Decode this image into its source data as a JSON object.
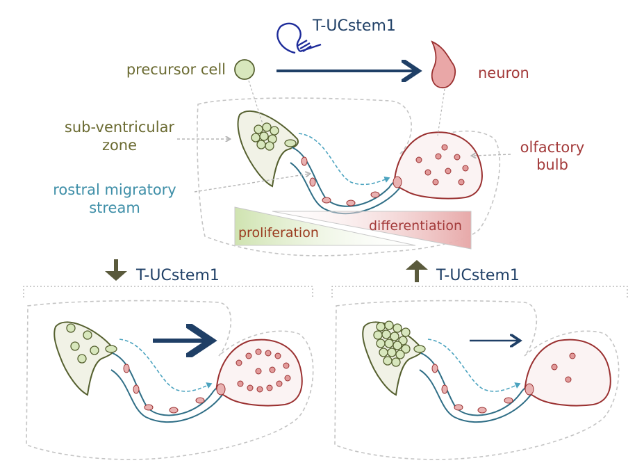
{
  "labels": {
    "tucstem_top": "T-UCstem1",
    "precursor_cell": "precursor cell",
    "neuron": "neuron",
    "svz_line1": "sub-ventricular",
    "svz_line2": "zone",
    "olfactory_line1": "olfactory",
    "olfactory_line2": "bulb",
    "rms_line1": "rostral migratory",
    "rms_line2": "stream",
    "proliferation": "proliferation",
    "differentiation": "differentiation",
    "tucstem_down": "T-UCstem1",
    "tucstem_up": "T-UCstem1"
  },
  "colors": {
    "olive_text": "#6b6b32",
    "teal_text": "#3f8fa8",
    "red_text": "#a33a3a",
    "navy": "#1f3f66",
    "dark_arrow": "#5a5a3c",
    "svz_stroke": "#55602f",
    "svz_fill": "#f1f2e6",
    "cell_fill": "#d8e7bd",
    "rms_stroke": "#2f6e86",
    "ob_stroke": "#9a3030",
    "neuron_fill": "#e29a9a",
    "migrant_fill": "#e9b2b2",
    "dashed_gray": "#bdbdbd"
  },
  "icons": [
    "rna-hairpin-icon",
    "neuron-icon",
    "down-arrow-icon",
    "up-arrow-icon"
  ]
}
